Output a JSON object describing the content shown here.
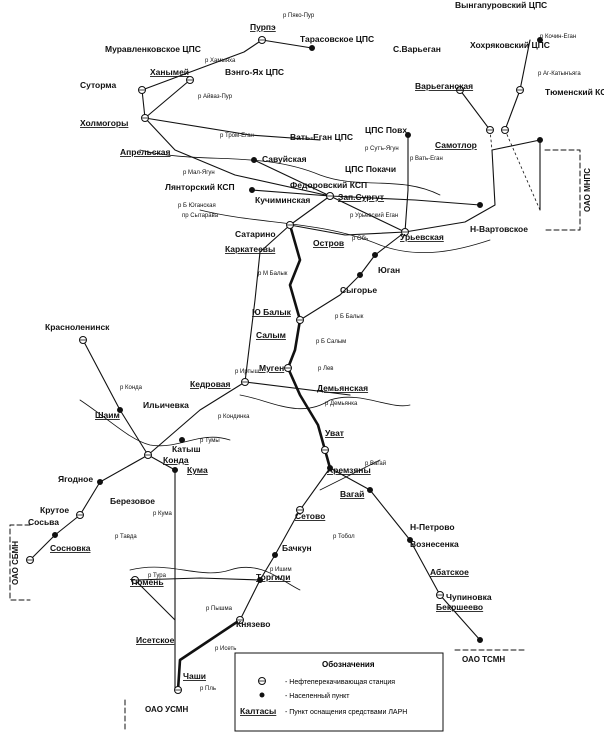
{
  "colors": {
    "ink": "#111111",
    "paper": "#ffffff"
  },
  "stations": [
    {
      "id": "purpe",
      "name": "Пурпэ"
    },
    {
      "id": "tarasovskoe",
      "name": "Тарасовское ЦПС"
    },
    {
      "id": "muravlenkovskoe",
      "name": "Муравленковское ЦПС"
    },
    {
      "id": "hanymey",
      "name": "Ханымей"
    },
    {
      "id": "vengyah",
      "name": "Вэнго-Ях ЦПС"
    },
    {
      "id": "suторма",
      "name": "Суторма"
    },
    {
      "id": "holmogory",
      "name": "Холмогоры"
    },
    {
      "id": "vat_egan",
      "name": "Вать-Еган ЦПС"
    },
    {
      "id": "aprelskaya",
      "name": "Апрельская"
    },
    {
      "id": "savuyskaya",
      "name": "Савуйская"
    },
    {
      "id": "lyantor",
      "name": "Лянторский КСП"
    },
    {
      "id": "fedorovsky",
      "name": "Федоровский КСП"
    },
    {
      "id": "kuchiminskaya",
      "name": "Кучиминская"
    },
    {
      "id": "zap_surgut",
      "name": "Зап.Сургут"
    },
    {
      "id": "satarino",
      "name": "Сатарино"
    },
    {
      "id": "karkateevy",
      "name": "Каркатеевы"
    },
    {
      "id": "ostrov",
      "name": "Остров"
    },
    {
      "id": "cps_pov",
      "name": "ЦПС Повх"
    },
    {
      "id": "cps_pokachi",
      "name": "ЦПС Покачи"
    },
    {
      "id": "samotlor",
      "name": "Самотлор"
    },
    {
      "id": "urevskaya",
      "name": "Урьевская"
    },
    {
      "id": "n_vartovskoe",
      "name": "Н-Вартовское"
    },
    {
      "id": "vyngapurovsky",
      "name": "Вынгапуровский ЦПС"
    },
    {
      "id": "hohryakovsky",
      "name": "Хохряковский ЦПС"
    },
    {
      "id": "s_varegan",
      "name": "С.Варьеган"
    },
    {
      "id": "vareganskaya",
      "name": "Варьеганская"
    },
    {
      "id": "tyumensky_ksp",
      "name": "Тюменский КСП"
    },
    {
      "id": "yugan",
      "name": "Юган"
    },
    {
      "id": "sygorye",
      "name": "Сыгорье"
    },
    {
      "id": "yu_balyk",
      "name": "Ю Балык"
    },
    {
      "id": "salym",
      "name": "Салым"
    },
    {
      "id": "krasnoleninsk",
      "name": "Красноленинск"
    },
    {
      "id": "mugen",
      "name": "Муген"
    },
    {
      "id": "demyanskaya",
      "name": "Демьянская"
    },
    {
      "id": "kedrovaya",
      "name": "Кедровая"
    },
    {
      "id": "ilichevka",
      "name": "Ильичевка"
    },
    {
      "id": "shaim",
      "name": "Шаим"
    },
    {
      "id": "katysh",
      "name": "Катыш"
    },
    {
      "id": "uvat",
      "name": "Уват"
    },
    {
      "id": "konda",
      "name": "Конда"
    },
    {
      "id": "aremzyany",
      "name": "Аремзяны"
    },
    {
      "id": "yagodnoe",
      "name": "Ягодное"
    },
    {
      "id": "berezovoe",
      "name": "Березовое"
    },
    {
      "id": "kuma",
      "name": "Кума"
    },
    {
      "id": "vagay",
      "name": "Вагай"
    },
    {
      "id": "krutoe",
      "name": "Крутое"
    },
    {
      "id": "sosva",
      "name": "Сосьва"
    },
    {
      "id": "sosnovka",
      "name": "Сосновка"
    },
    {
      "id": "setovo",
      "name": "Сетово"
    },
    {
      "id": "n_petrovo",
      "name": "Н-Петрово"
    },
    {
      "id": "voznesenka",
      "name": "Вознесенка"
    },
    {
      "id": "bachkun",
      "name": "Бачкун"
    },
    {
      "id": "abatskoe",
      "name": "Абатское"
    },
    {
      "id": "tyumen",
      "name": "Тюмень"
    },
    {
      "id": "torgili",
      "name": "Торгили"
    },
    {
      "id": "chupinovka",
      "name": "Чупиновка"
    },
    {
      "id": "bekrsheevo",
      "name": "Бекршеево"
    },
    {
      "id": "knyazevo",
      "name": "Князево"
    },
    {
      "id": "isetskoe",
      "name": "Исетское"
    },
    {
      "id": "chashi",
      "name": "Чаши"
    },
    {
      "id": "kaltasy",
      "name": "Калтасы"
    }
  ],
  "rivers": [
    "р Пяко-Пур",
    "р Хамыяха",
    "р Айваз-Пур",
    "р Тром-Еган",
    "р Мал-Ягун",
    "р Б Юганская",
    "пр Сытарава",
    "р Обь",
    "р Урьевский Еган",
    "р Сутъ-Ягун",
    "р Вать-Еган",
    "р Кочин-Еган",
    "р Аг-Катынъяга",
    "р М Балык",
    "р Б Балык",
    "р Б Салым",
    "р Лев",
    "р Иртыш",
    "р Демьянка",
    "р Конда",
    "р Кондинка",
    "р Тумы",
    "р Тавда",
    "р Тура",
    "р Пышма",
    "р Исеть",
    "р Пль",
    "р Вагай",
    "р Тобол",
    "р Ишим",
    "р Кума"
  ],
  "operators": [
    {
      "id": "mnpc",
      "label": "ОАО МНПС"
    },
    {
      "id": "sbmn",
      "label": "ОАО СБМН"
    },
    {
      "id": "tsmn",
      "label": "ОАО ТСМН"
    },
    {
      "id": "usmn",
      "label": "ОАО УСМН"
    }
  ],
  "legend": {
    "title": "Обозначения",
    "items": [
      {
        "icon": "pump-station-icon",
        "text": "- Нефтеперекачивающая станция"
      },
      {
        "icon": "settlement-icon",
        "text": "- Населенный пункт"
      },
      {
        "icon": "underline-sample",
        "sample": "Калтасы",
        "text": "- Пункт оснащения средствами ЛАРН"
      }
    ]
  }
}
